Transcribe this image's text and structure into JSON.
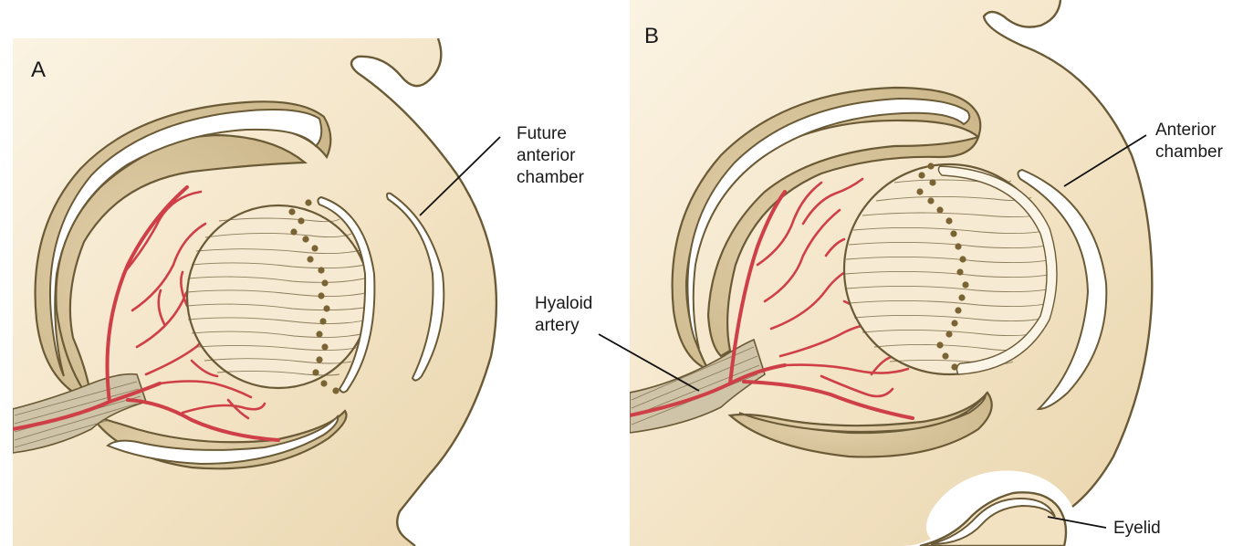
{
  "panels": [
    {
      "letter": "A"
    },
    {
      "letter": "B"
    }
  ],
  "labels": {
    "future_anterior_chamber": [
      "Future",
      "anterior",
      "chamber"
    ],
    "anterior_chamber": [
      "Anterior",
      "chamber"
    ],
    "hyaloid_artery": [
      "Hyaloid",
      "artery"
    ],
    "eyelid": "Eyelid"
  },
  "colors": {
    "tissue": "#f4e6c8",
    "optic_cup": "#d8c59e",
    "outline": "#6a5a36",
    "artery": "#cf3f47",
    "lens_nuclei": "#7a6434"
  }
}
